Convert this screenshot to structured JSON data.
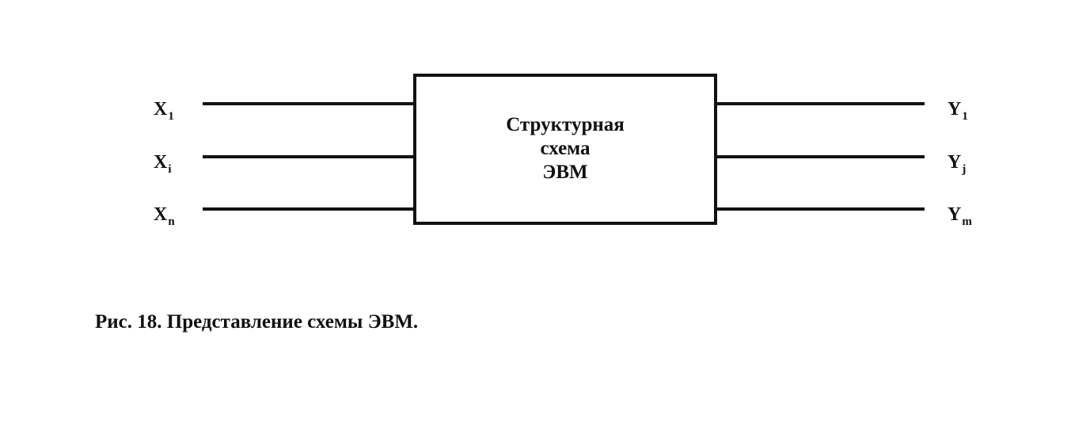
{
  "inputs": [
    {
      "letter": "X",
      "sub": "1"
    },
    {
      "letter": "X",
      "sub": "i"
    },
    {
      "letter": "X",
      "sub": "n"
    }
  ],
  "outputs": [
    {
      "letter": "Y",
      "sub": "1"
    },
    {
      "letter": "Y",
      "sub": "j"
    },
    {
      "letter": "Y",
      "sub": "m"
    }
  ],
  "block": {
    "lines": [
      "Структурная",
      "схема",
      "ЭВМ"
    ]
  },
  "caption": "Рис. 18. Представление схемы ЭВМ.",
  "colors": {
    "ink": "#111111",
    "background": "#ffffff"
  }
}
